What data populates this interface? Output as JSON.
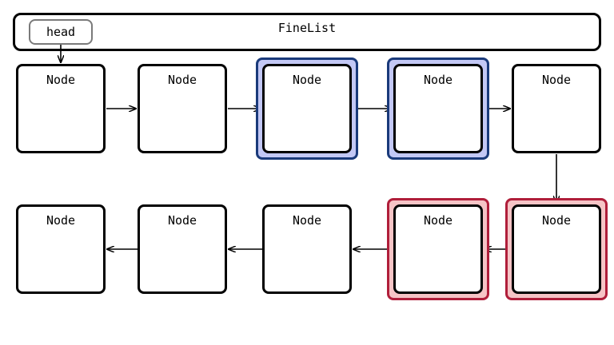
{
  "container": {
    "title": "FineList"
  },
  "head": {
    "label": "head"
  },
  "nodes": [
    {
      "label": "Node",
      "highlight": "none"
    },
    {
      "label": "Node",
      "highlight": "none"
    },
    {
      "label": "Node",
      "highlight": "blue"
    },
    {
      "label": "Node",
      "highlight": "blue"
    },
    {
      "label": "Node",
      "highlight": "none"
    },
    {
      "label": "Node",
      "highlight": "none"
    },
    {
      "label": "Node",
      "highlight": "none"
    },
    {
      "label": "Node",
      "highlight": "none"
    },
    {
      "label": "Node",
      "highlight": "red"
    },
    {
      "label": "Node",
      "highlight": "red"
    }
  ],
  "colors": {
    "blue_fill": "#c3c8f5",
    "blue_border": "#1a3a7a",
    "red_fill": "#f6c4c6",
    "red_border": "#b01e3a"
  }
}
